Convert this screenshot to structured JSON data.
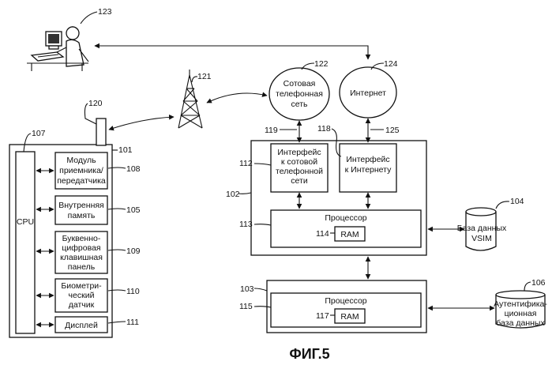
{
  "refs": {
    "r123": "123",
    "r122": "122",
    "r124": "124",
    "r121": "121",
    "r120": "120",
    "r107": "107",
    "r101": "101",
    "r108": "108",
    "r105": "105",
    "r109": "109",
    "r110": "110",
    "r111": "111",
    "r119": "119",
    "r118": "118",
    "r125": "125",
    "r112": "112",
    "r102": "102",
    "r113": "113",
    "r114": "114",
    "r104": "104",
    "r103": "103",
    "r115": "115",
    "r117": "117",
    "r106": "106"
  },
  "nodes": {
    "cellular_network": [
      "Сотовая",
      "телефонная",
      "сеть"
    ],
    "internet": [
      "Интернет"
    ],
    "cpu": [
      "CPU"
    ],
    "transceiver": [
      "Модуль",
      "приемника/",
      "передатчика"
    ],
    "internal_memory": [
      "Внутренняя",
      "память"
    ],
    "keypad": [
      "Буквенно-",
      "цифровая",
      "клавишная",
      "панель"
    ],
    "biometric": [
      "Биометри-",
      "ческий",
      "датчик"
    ],
    "display": [
      "Дисплей"
    ],
    "cell_interface": [
      "Интерфейс",
      "к сотовой",
      "телефонной",
      "сети"
    ],
    "internet_interface": [
      "Интерфейс",
      "к Интернету"
    ],
    "processor_top": [
      "Процессор"
    ],
    "ram_top": [
      "RAM"
    ],
    "vsim_db": [
      "База данных",
      "VSIM"
    ],
    "processor_bottom": [
      "Процессор"
    ],
    "ram_bottom": [
      "RAM"
    ],
    "auth_db": [
      "Аутентифика-",
      "ционная",
      "база данных"
    ]
  },
  "figure_label": "ФИГ.5"
}
